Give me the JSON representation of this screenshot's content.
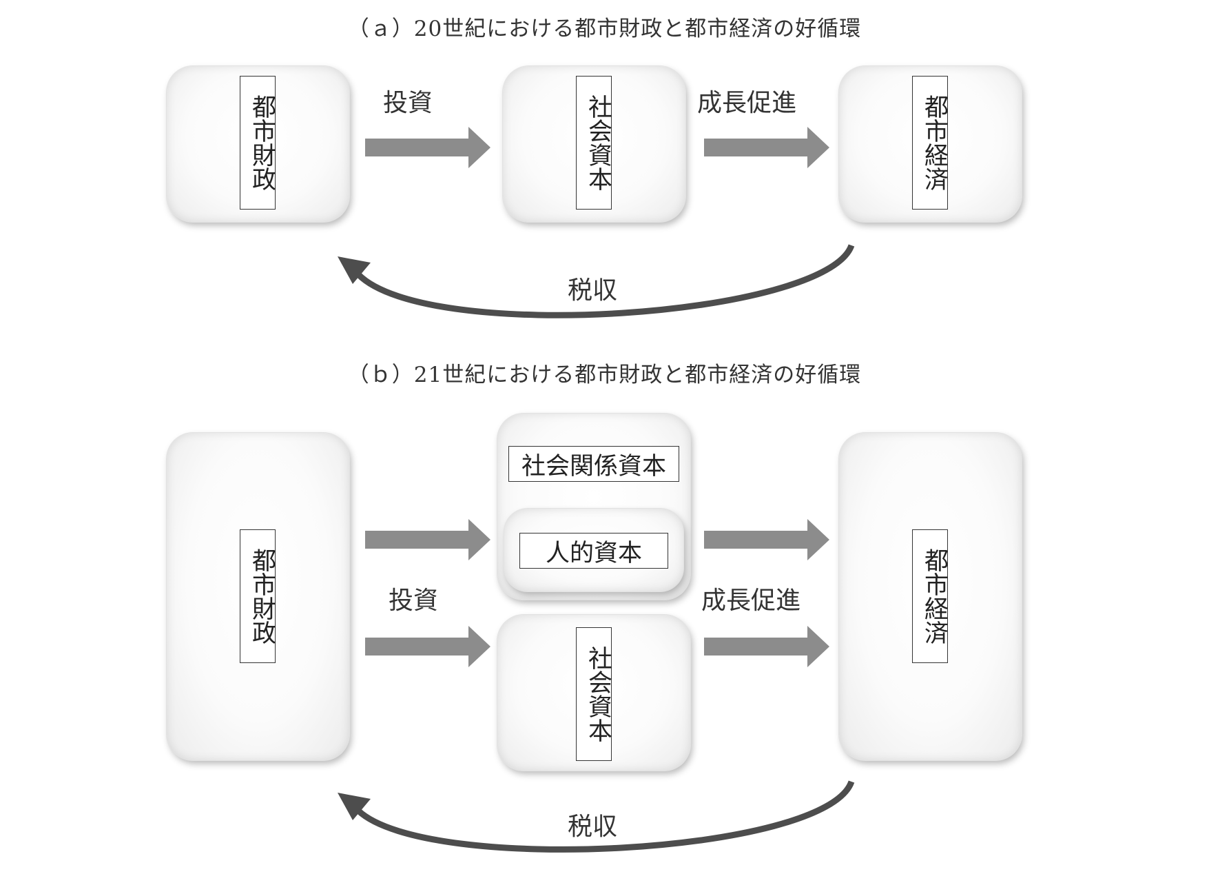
{
  "panel_a": {
    "title": "（ａ）20世紀における都市財政と都市経済の好循環",
    "nodes": {
      "urban_finance": "都市財政",
      "social_capital": "社会資本",
      "urban_economy": "都市経済"
    },
    "edges": {
      "investment": "投資",
      "growth_promotion": "成長促進",
      "tax_revenue": "税収"
    }
  },
  "panel_b": {
    "title": "（ｂ）21世紀における都市財政と都市経済の好循環",
    "nodes": {
      "urban_finance": "都市財政",
      "social_relational_capital": "社会関係資本",
      "human_capital": "人的資本",
      "social_capital": "社会資本",
      "urban_economy": "都市経済"
    },
    "edges": {
      "investment": "投資",
      "growth_promotion": "成長促進",
      "tax_revenue": "税収"
    }
  },
  "colors": {
    "arrow": "#8c8c8c",
    "curve_arrow": "#4d4d4d",
    "box_border": "#333333"
  }
}
